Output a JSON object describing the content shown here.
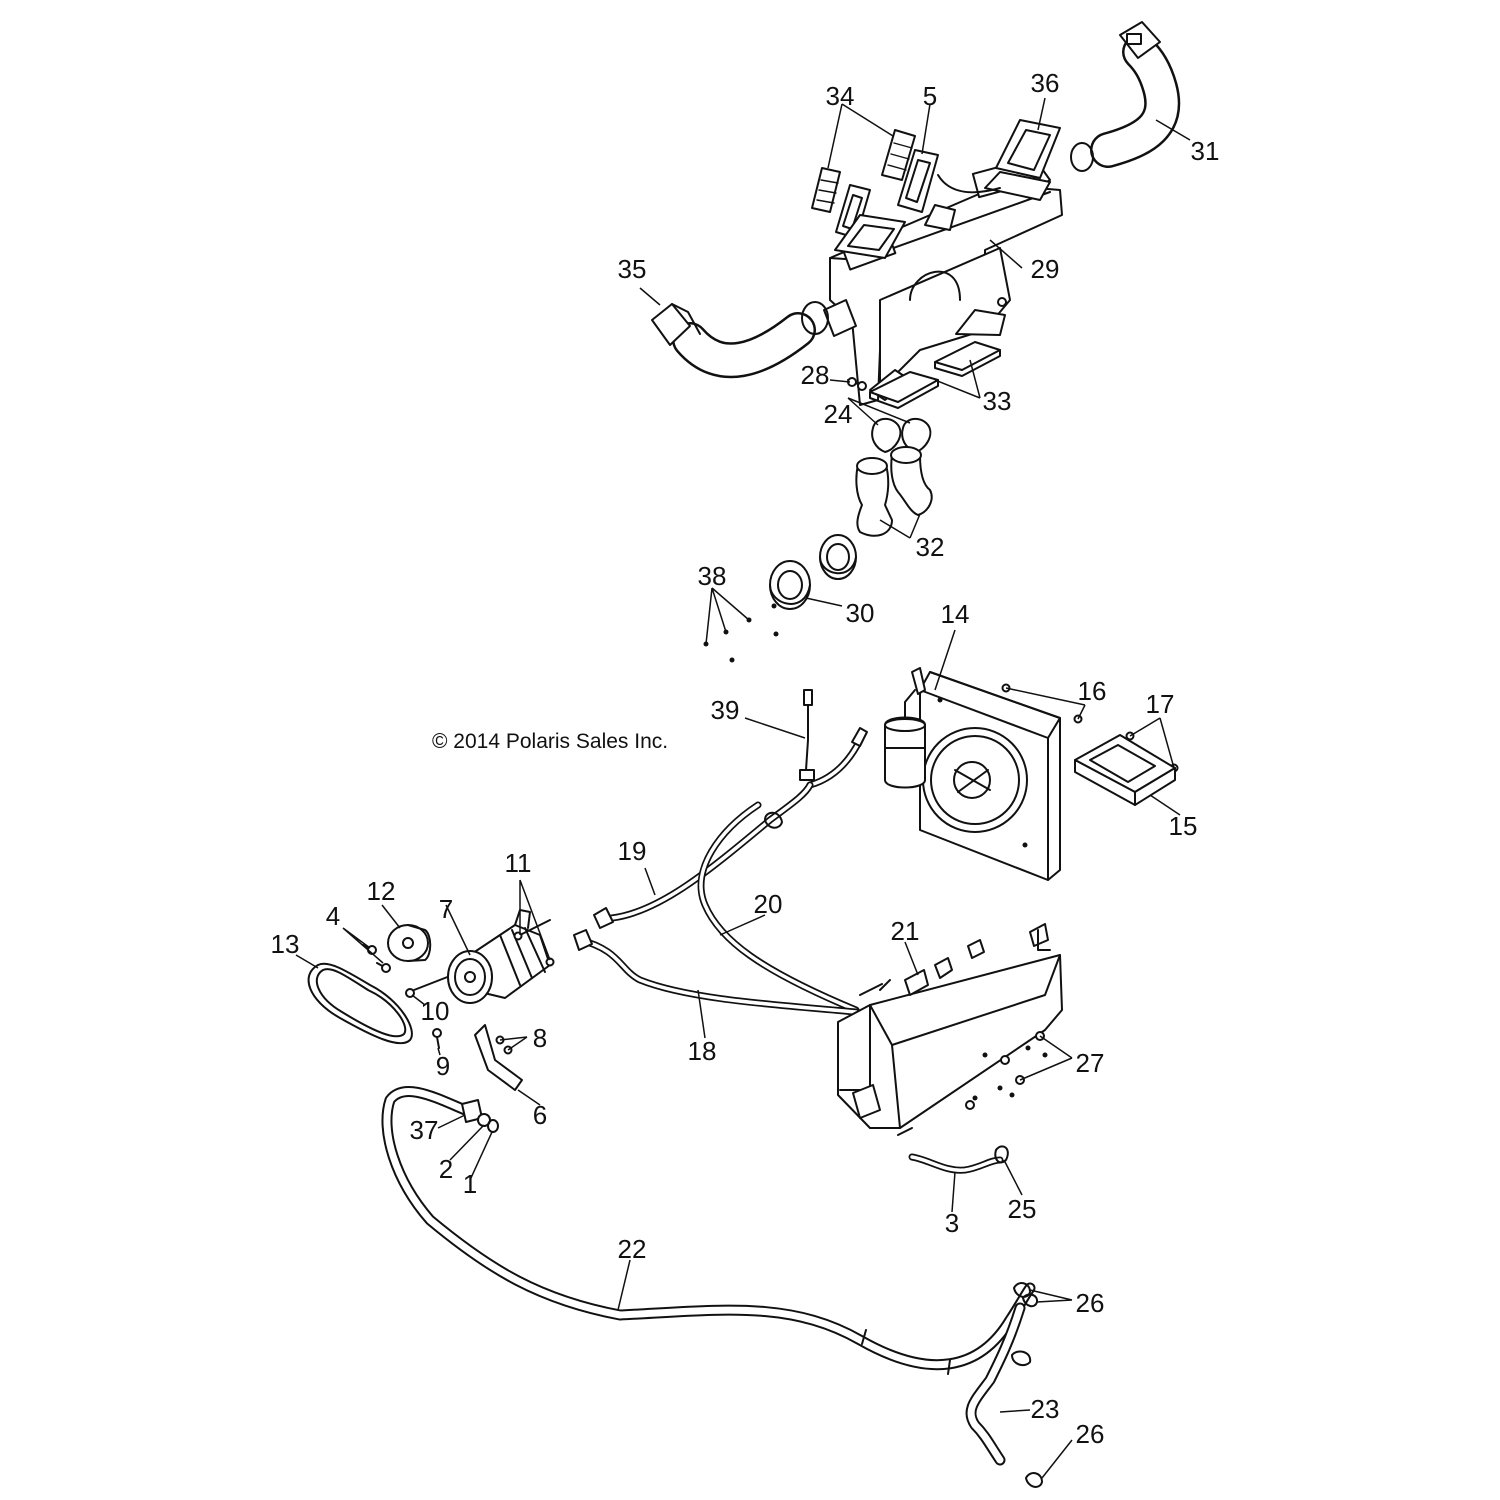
{
  "copyright": "© 2014 Polaris Sales Inc.",
  "callouts": {
    "c1": "1",
    "c2": "2",
    "c3": "3",
    "c4": "4",
    "c5": "5",
    "c6": "6",
    "c7": "7",
    "c8": "8",
    "c9": "9",
    "c10": "10",
    "c11": "11",
    "c12": "12",
    "c13": "13",
    "c14": "14",
    "c15": "15",
    "c16": "16",
    "c17": "17",
    "c18": "18",
    "c19": "19",
    "c20": "20",
    "c21": "21",
    "c22": "22",
    "c23": "23",
    "c24": "24",
    "c25": "25",
    "c26a": "26",
    "c26b": "26",
    "c27": "27",
    "c28": "28",
    "c29": "29",
    "c30": "30",
    "c31": "31",
    "c32": "32",
    "c33": "33",
    "c34": "34",
    "c35": "35",
    "c36": "36",
    "c37": "37",
    "c38": "38",
    "c39": "39"
  }
}
